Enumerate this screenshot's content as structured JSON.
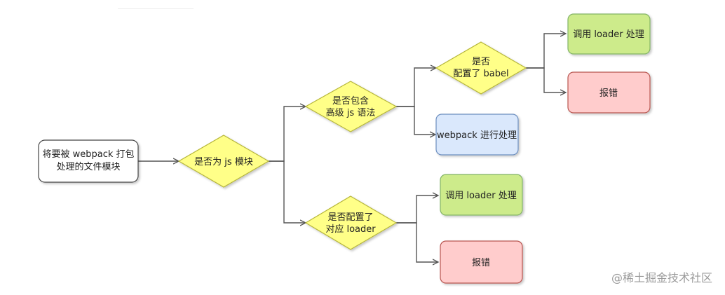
{
  "colors": {
    "start_fill": "#ffffff",
    "diamond_fill": "#ffff88",
    "diamond_stroke": "#b6b63a",
    "green_fill": "#cdeb8b",
    "green_stroke": "#82b366",
    "red_fill": "#ffcccc",
    "red_stroke": "#b85450",
    "blue_fill": "#dae8fc",
    "blue_stroke": "#6c8ebf",
    "edge": "#555555"
  },
  "nodes": {
    "start": {
      "line1": "将要被 webpack 打包",
      "line2": "处理的文件模块"
    },
    "is_js": {
      "line1": "是否为 js 模块"
    },
    "adv_syntax": {
      "line1": "是否包含",
      "line2": "高级 js 语法"
    },
    "babel": {
      "line1": "是否",
      "line2": "配置了 babel"
    },
    "loader_top": {
      "line1": "调用 loader 处理"
    },
    "error_top": {
      "line1": "报错"
    },
    "webpack": {
      "line1": "webpack 进行处理"
    },
    "has_loader": {
      "line1": "是否配置了",
      "line2": "对应 loader"
    },
    "loader_bottom": {
      "line1": "调用 loader 处理"
    },
    "error_bottom": {
      "line1": "报错"
    }
  },
  "watermark": "@稀土掘金技术社区"
}
